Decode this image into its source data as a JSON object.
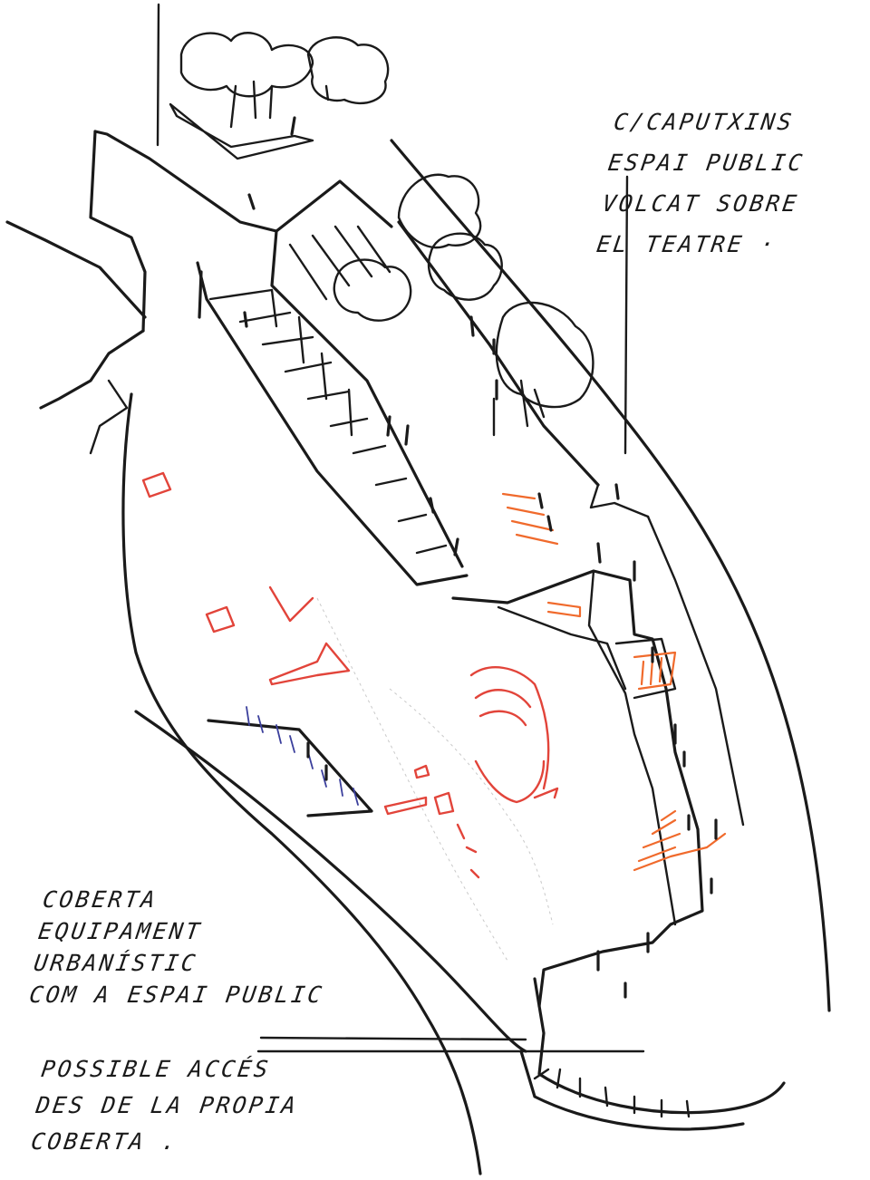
{
  "annotations": {
    "top_right": [
      "C/CAPUTXINS",
      "ESPAI PUBLIC",
      "VOLCAT SOBRE",
      "EL TEATRE ·"
    ],
    "bottom_left": [
      "COBERTA",
      "EQUIPAMENT",
      "URBANÍSTIC",
      "COM A ESPAI PUBLIC"
    ],
    "bottom_left_2": [
      "POSSIBLE ACCÉS",
      "DES DE LA PROPIA",
      "COBERTA ."
    ]
  },
  "colors": {
    "ink": "#1a1a1a",
    "red_marker": "#e2443a",
    "orange_marker": "#f06a2c",
    "blue_pen": "#3b3f9c",
    "paper": "#ffffff"
  }
}
